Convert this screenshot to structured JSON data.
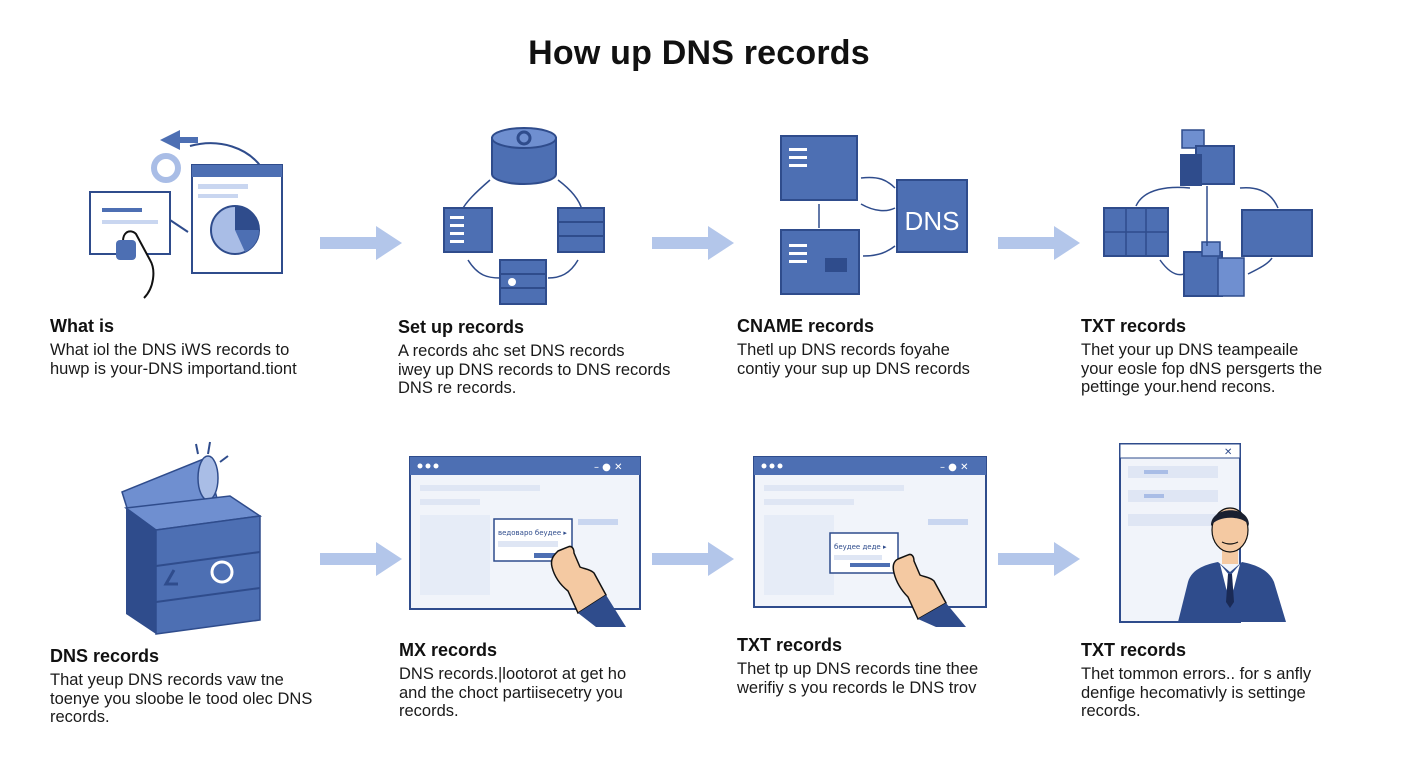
{
  "title": "How up DNS records",
  "colors": {
    "primary": "#4d6fb3",
    "dark": "#2f4c8c",
    "light": "#a9bde6",
    "arrow": "#b3c6ea"
  },
  "steps": [
    {
      "heading": "What is",
      "lines": [
        "What iol the DNS iWS records to",
        "huwp is your-DNS importand.tiont"
      ],
      "icon": "browser-pie-chart-icon"
    },
    {
      "heading": "Set up records",
      "lines": [
        "A records ahc set DNS records",
        "iwey up DNS records to DNS records",
        "DNS re records."
      ],
      "icon": "server-network-icon"
    },
    {
      "heading": "CNAME records",
      "lines": [
        "Thetl up DNS records foуahe",
        "contiy your sup up DNS records"
      ],
      "icon": "dns-servers-icon",
      "badge": "DNS"
    },
    {
      "heading": "TXT records",
      "lines": [
        "Thet your up DNS teampeaile",
        "your eosle fop dNS persgerts the",
        "pettinge your.hend recons."
      ],
      "icon": "cubes-network-icon"
    },
    {
      "heading": "DNS records",
      "lines": [
        "That yeup DNS records vaw tne",
        "toenye you sloobe le tood olec DNS",
        "records."
      ],
      "icon": "megaphone-cube-icon"
    },
    {
      "heading": "MX records",
      "lines": [
        "DNS records.|lootorot at get ho",
        "and the choct partiisecetry you",
        "records."
      ],
      "icon": "browser-dialog-hand-icon",
      "dialog_text": "ведоваро   беудее ▸"
    },
    {
      "heading": "TXT records",
      "lines": [
        "Thet tp up DNS records tine thee",
        "werifiy s you records le DNS trov"
      ],
      "icon": "browser-dialog-hand-icon",
      "dialog_text": "беудее  деде ▸"
    },
    {
      "heading": "TXT records",
      "lines": [
        "Thet tommon errors.. for s anfly",
        "denfige hecomativly is settinge",
        "records."
      ],
      "icon": "person-browser-icon"
    }
  ]
}
